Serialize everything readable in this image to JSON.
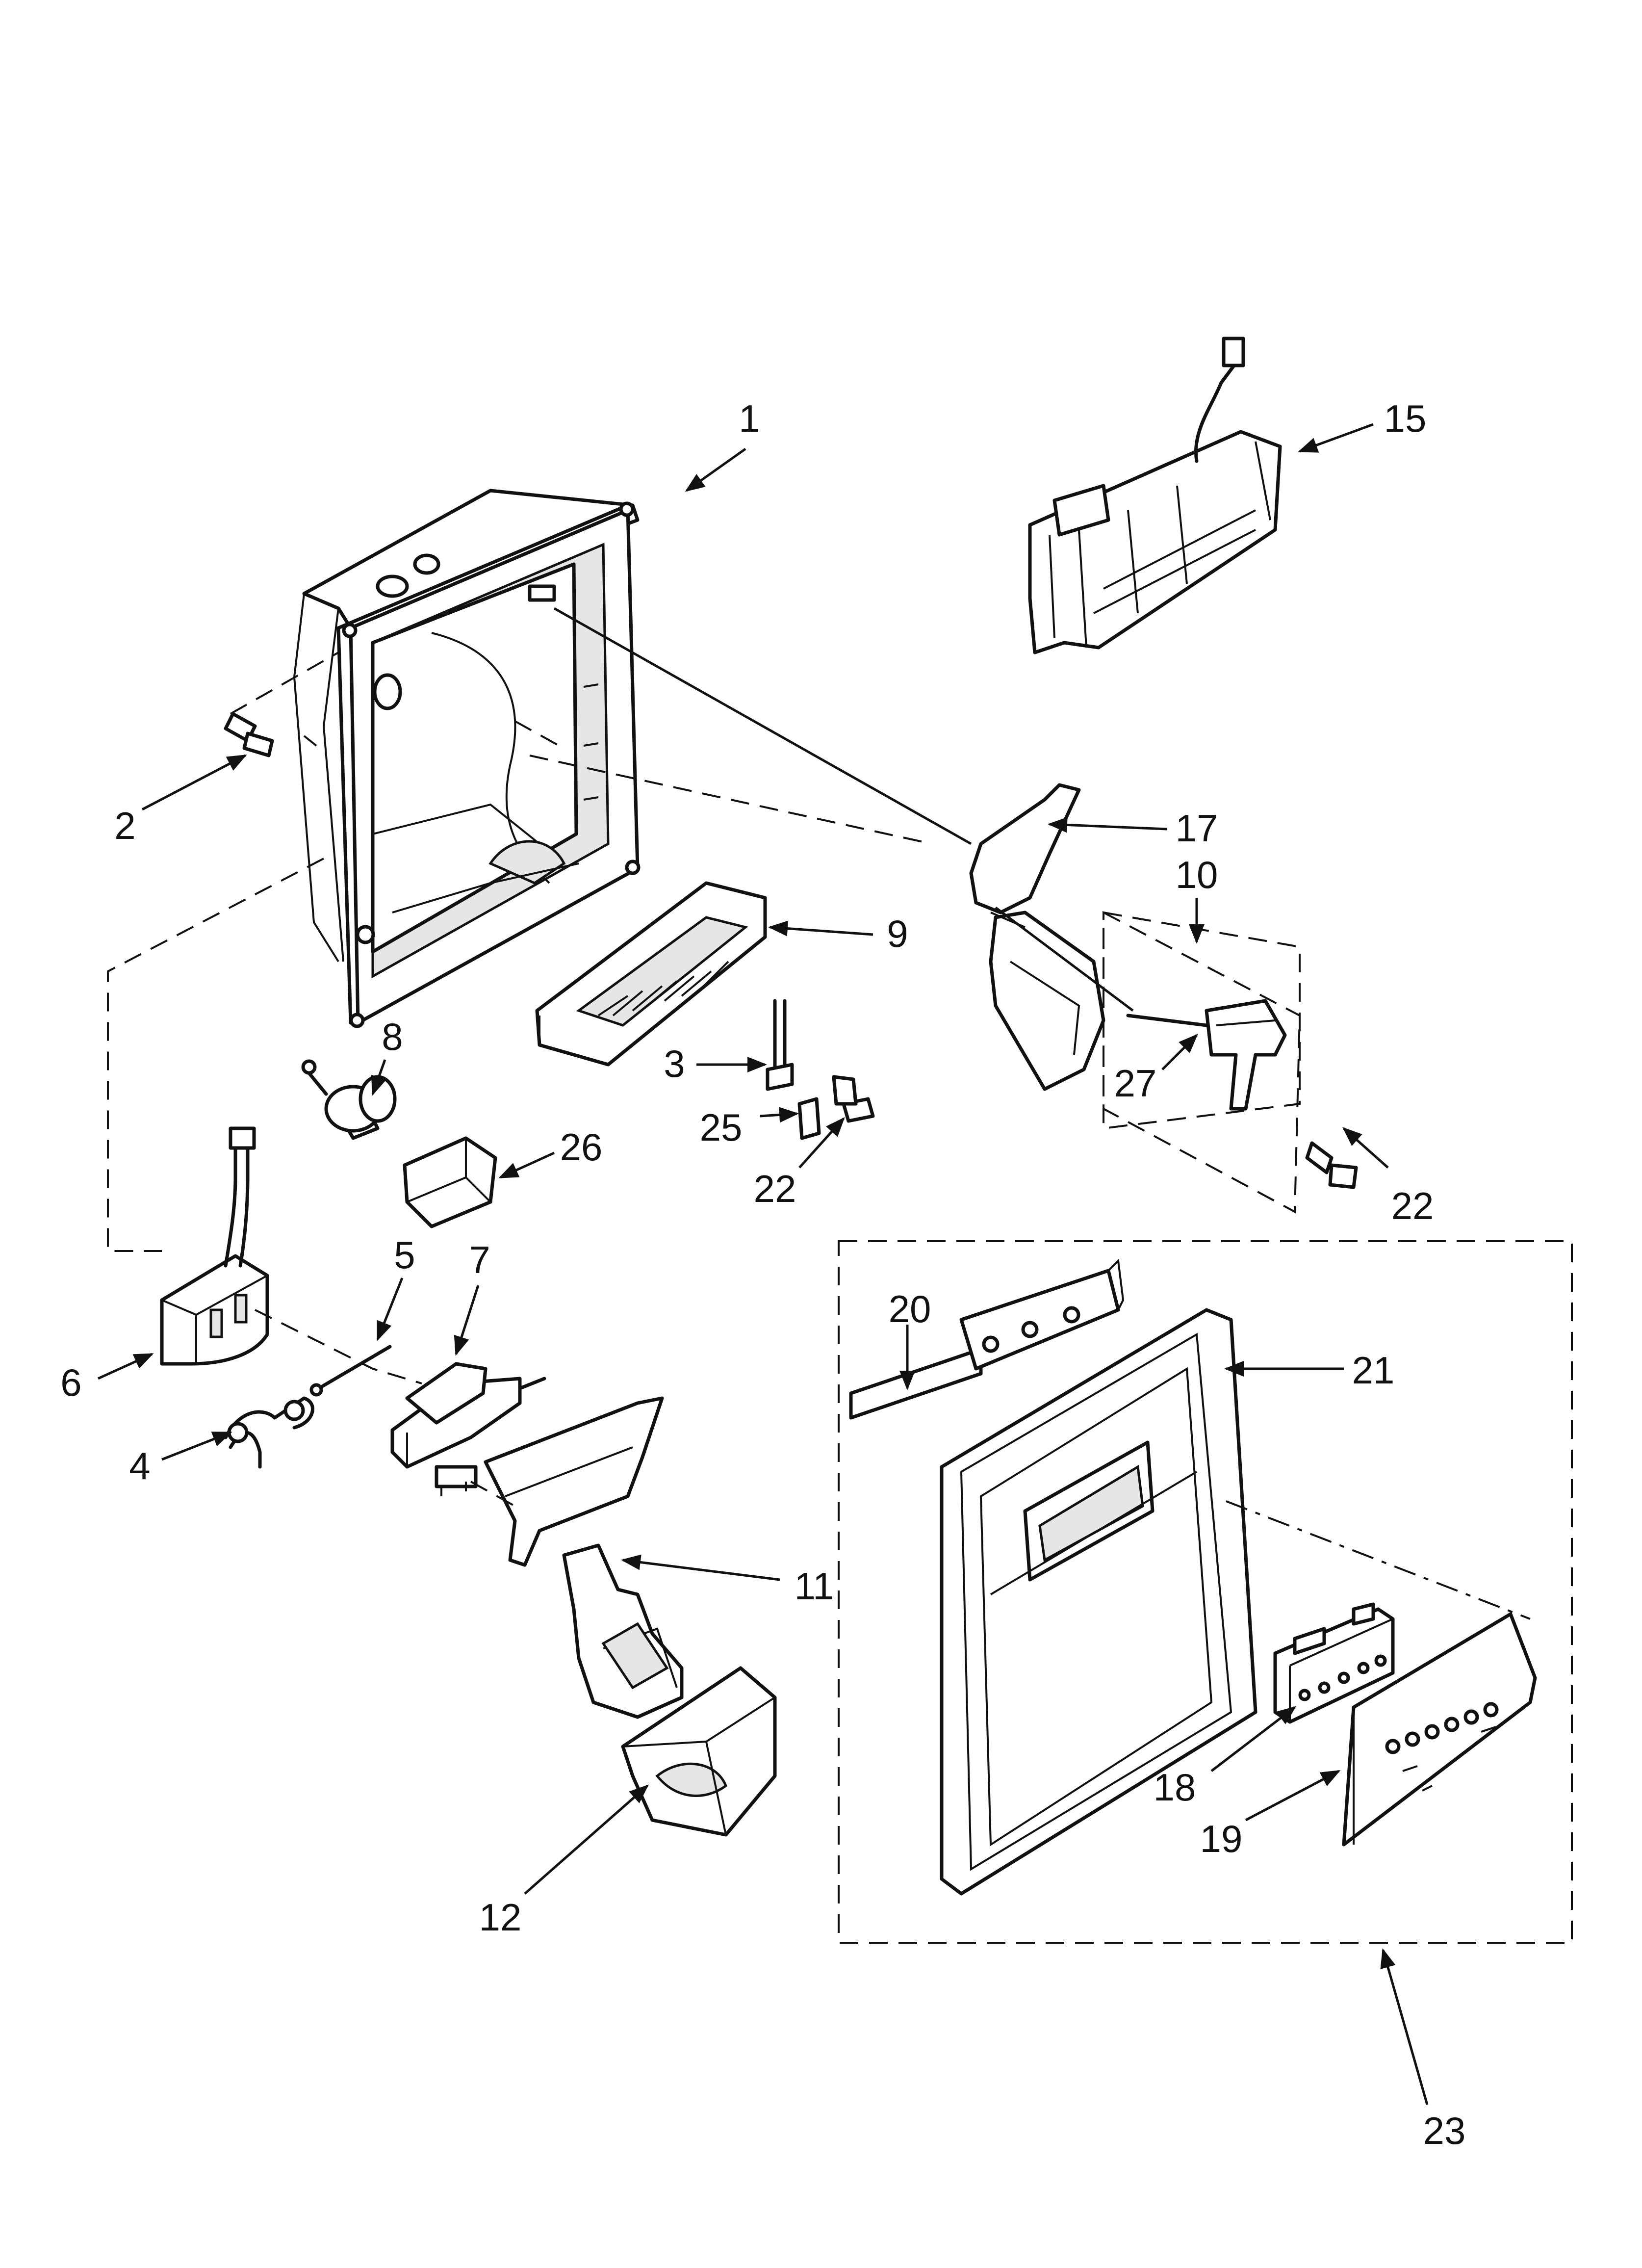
{
  "callouts": [
    {
      "id": "c1",
      "label": "1"
    },
    {
      "id": "c2",
      "label": "2"
    },
    {
      "id": "c3",
      "label": "3"
    },
    {
      "id": "c4",
      "label": "4"
    },
    {
      "id": "c5",
      "label": "5"
    },
    {
      "id": "c6",
      "label": "6"
    },
    {
      "id": "c7",
      "label": "7"
    },
    {
      "id": "c8",
      "label": "8"
    },
    {
      "id": "c9",
      "label": "9"
    },
    {
      "id": "c10",
      "label": "10"
    },
    {
      "id": "c11",
      "label": "11"
    },
    {
      "id": "c12",
      "label": "12"
    },
    {
      "id": "c15",
      "label": "15"
    },
    {
      "id": "c17",
      "label": "17"
    },
    {
      "id": "c18",
      "label": "18"
    },
    {
      "id": "c19",
      "label": "19"
    },
    {
      "id": "c20",
      "label": "20"
    },
    {
      "id": "c21",
      "label": "21"
    },
    {
      "id": "c22a",
      "label": "22"
    },
    {
      "id": "c22b",
      "label": "22"
    },
    {
      "id": "c23",
      "label": "23"
    },
    {
      "id": "c25",
      "label": "25"
    },
    {
      "id": "c26",
      "label": "26"
    },
    {
      "id": "c27",
      "label": "27"
    }
  ]
}
